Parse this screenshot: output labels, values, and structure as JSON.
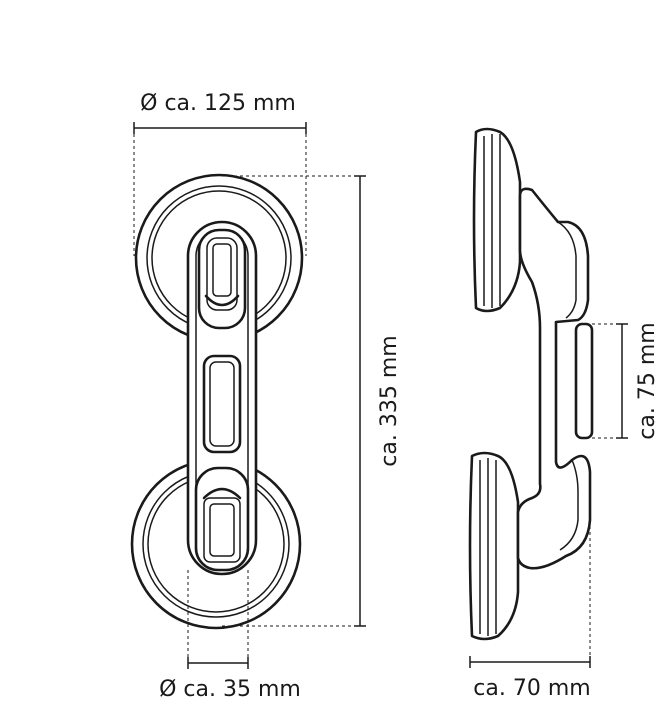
{
  "dimensions": {
    "cup_diameter": "Ø ca. 125 mm",
    "total_length": "ca. 335 mm",
    "grip_diameter": "Ø ca. 35 mm",
    "depth": "ca. 70 mm",
    "grip_length": "ca. 75 mm"
  },
  "colors": {
    "line": "#1a1a1a",
    "background": "#ffffff"
  }
}
